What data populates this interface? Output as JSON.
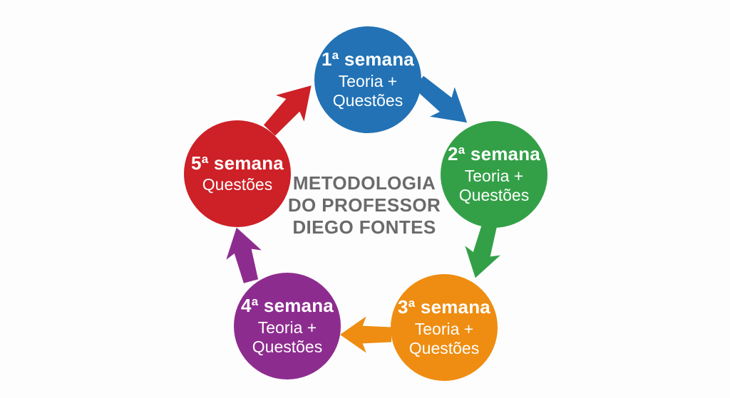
{
  "background": "#fdfdfd",
  "title": {
    "lines": [
      "METODOLOGIA",
      "DO PROFESSOR",
      "DIEGO FONTES"
    ],
    "color": "#6a6a6a"
  },
  "cycle": {
    "steps": [
      {
        "id": "week-1",
        "label": "1ª semana",
        "sublines": [
          "Teoria +",
          "Questões"
        ],
        "color": "#2272b5"
      },
      {
        "id": "week-2",
        "label": "2ª semana",
        "sublines": [
          "Teoria +",
          "Questões"
        ],
        "color": "#33a047"
      },
      {
        "id": "week-3",
        "label": "3ª semana",
        "sublines": [
          "Teoria +",
          "Questões"
        ],
        "color": "#ee8d11"
      },
      {
        "id": "week-4",
        "label": "4ª semana",
        "sublines": [
          "Teoria +",
          "Questões"
        ],
        "color": "#8d2c8f"
      },
      {
        "id": "week-5",
        "label": "5ª semana",
        "sublines": [
          "Questões"
        ],
        "color": "#cd2027"
      }
    ],
    "arrows": [
      {
        "from": "1ª semana",
        "to": "2ª semana",
        "color": "#2272b5"
      },
      {
        "from": "2ª semana",
        "to": "3ª semana",
        "color": "#33a047"
      },
      {
        "from": "3ª semana",
        "to": "4ª semana",
        "color": "#ee8d11"
      },
      {
        "from": "4ª semana",
        "to": "5ª semana",
        "color": "#8d2c8f"
      },
      {
        "from": "5ª semana",
        "to": "1ª semana",
        "color": "#cd2027"
      }
    ]
  }
}
